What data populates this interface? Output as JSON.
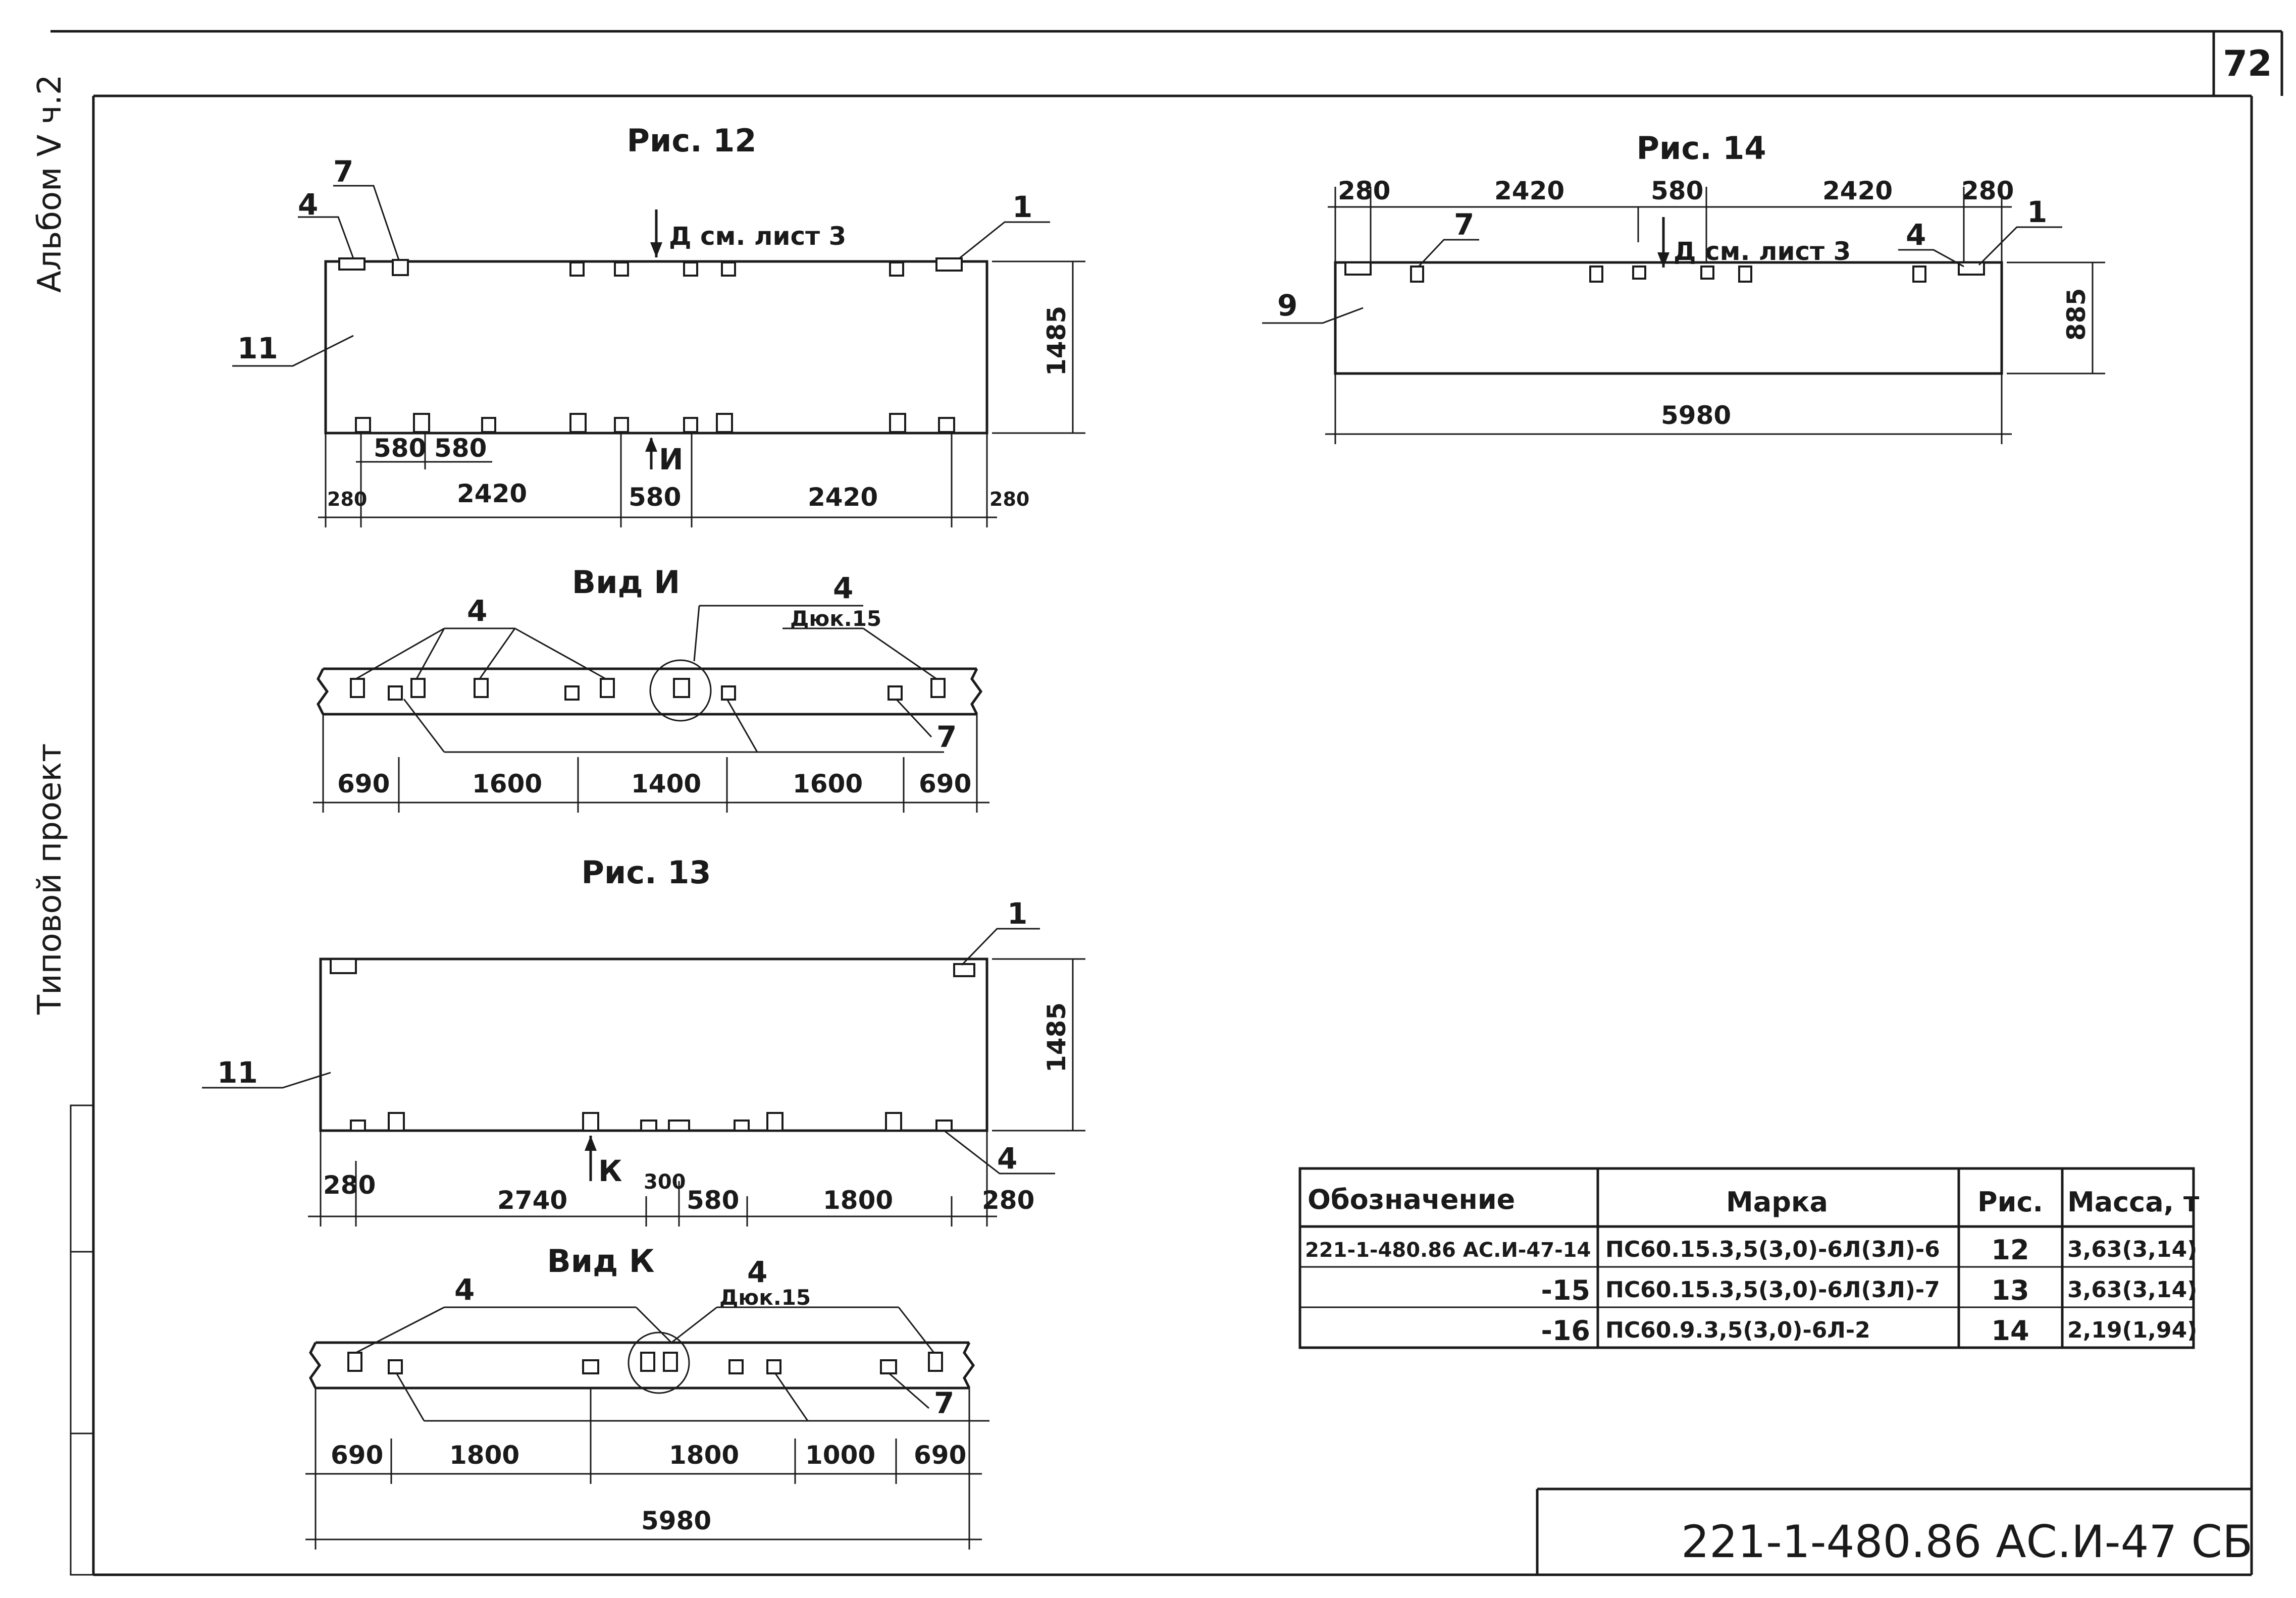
{
  "sheet_number": "72",
  "side_labels": {
    "album": "Альбом V ч.2",
    "project": "Типовой проект"
  },
  "fig12": {
    "title": "Рис. 12",
    "top_note": "Д см. лист 3",
    "view_marker": "И",
    "height_dim": "1485",
    "pos_left": "11",
    "pos_tl_a": "4",
    "pos_tl_b": "7",
    "pos_tr": "1",
    "dim_580_a": "580",
    "dim_580_b": "580",
    "dim_280_l": "280",
    "dim_2420_l": "2420",
    "dim_580_c": "580",
    "dim_2420_r": "2420",
    "dim_280_r": "280"
  },
  "view_i": {
    "title": "Вид И",
    "callout_num": "4",
    "callout_ref": "Дюк.15",
    "pos_4a": "4",
    "pos_4b": "4",
    "pos_7": "7",
    "dims": [
      "690",
      "1600",
      "1400",
      "1600",
      "690"
    ]
  },
  "fig13": {
    "title": "Рис. 13",
    "view_marker": "К",
    "height_dim": "1485",
    "pos_left": "11",
    "pos_tr": "1",
    "pos_br": "4",
    "dim_300": "300",
    "dims": [
      "280",
      "2740",
      "580",
      "1800",
      "280"
    ]
  },
  "view_k": {
    "title": "Вид К",
    "callout_num": "4",
    "callout_ref": "Дюк.15",
    "pos_4a": "4",
    "pos_7": "7",
    "dims": [
      "690",
      "1800",
      "1800",
      "1000",
      "690"
    ],
    "total": "5980"
  },
  "fig14": {
    "title": "Рис. 14",
    "top_note": "Д см. лист 3",
    "height_dim": "885",
    "pos_left": "9",
    "pos_7": "7",
    "pos_4": "4",
    "pos_1": "1",
    "top_dims": [
      "280",
      "2420",
      "580",
      "2420",
      "280"
    ],
    "total": "5980"
  },
  "table": {
    "headers": [
      "Обозначение",
      "Марка",
      "Рис.",
      "Масса, т"
    ],
    "rows": [
      [
        "221-1-480.86 АС.И-47-14",
        "ПС60.15.3,5(3,0)-6Л(3Л)-6",
        "12",
        "3,63(3,14)"
      ],
      [
        "-15",
        "ПС60.15.3,5(3,0)-6Л(3Л)-7",
        "13",
        "3,63(3,14)"
      ],
      [
        "-16",
        "ПС60.9.3,5(3,0)-6Л-2",
        "14",
        "2,19(1,94)"
      ]
    ]
  },
  "stamp": {
    "code": "221-1-480.86 АС.И-47 СБ"
  }
}
